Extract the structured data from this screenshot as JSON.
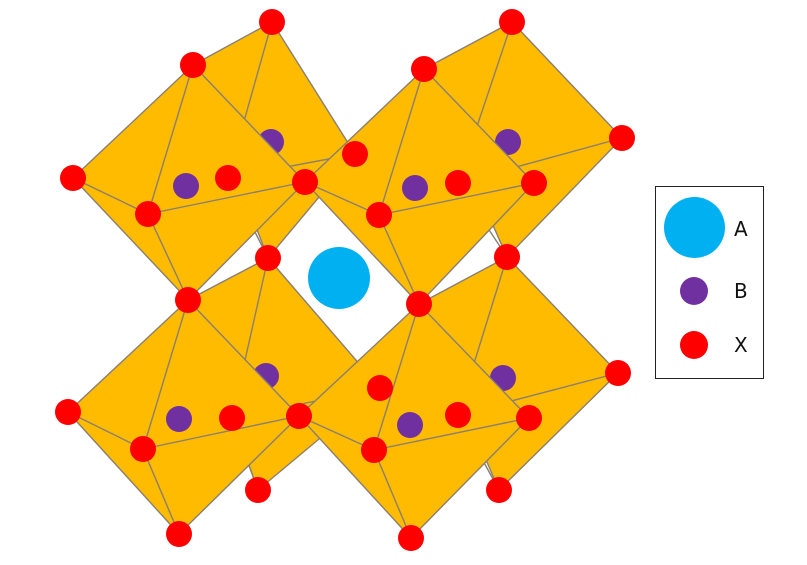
{
  "diagram": {
    "colors": {
      "octahedron_fill": "#FFBB00",
      "edge": "#8A7F70",
      "A_atom": "#00B0F0",
      "B_atom": "#7030A0",
      "X_atom": "#FF0000"
    },
    "icons": {
      "A": "large-blue-sphere",
      "B": "purple-sphere",
      "X": "red-sphere"
    },
    "octahedra_count": 8,
    "A_site_count": 1
  },
  "legend": {
    "items": [
      {
        "label": "A",
        "color": "#00B0F0",
        "size": "large"
      },
      {
        "label": "B",
        "color": "#7030A0",
        "size": "medium"
      },
      {
        "label": "X",
        "color": "#FF0000",
        "size": "medium"
      }
    ]
  }
}
